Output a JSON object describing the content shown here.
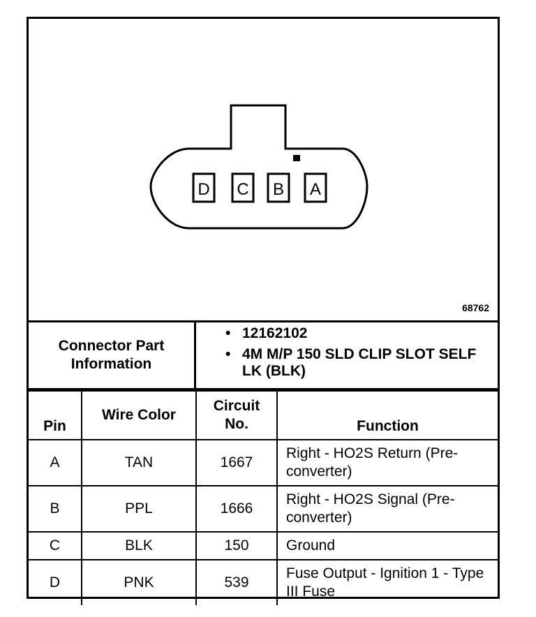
{
  "diagram": {
    "figure_id": "68762",
    "terminals": [
      "D",
      "C",
      "B",
      "A"
    ]
  },
  "part_info": {
    "label": "Connector Part Information",
    "items": [
      "12162102",
      "4M M/P 150 SLD CLIP SLOT SELF LK (BLK)"
    ]
  },
  "table": {
    "headers": {
      "pin": "Pin",
      "wire_color": "Wire Color",
      "circuit_no": "Circuit No.",
      "function": "Function"
    },
    "rows": [
      {
        "pin": "A",
        "wire_color": "TAN",
        "circuit_no": "1667",
        "function": "Right - HO2S Return (Pre-converter)"
      },
      {
        "pin": "B",
        "wire_color": "PPL",
        "circuit_no": "1666",
        "function": "Right - HO2S Signal (Pre-converter)"
      },
      {
        "pin": "C",
        "wire_color": "BLK",
        "circuit_no": "150",
        "function": "Ground"
      },
      {
        "pin": "D",
        "wire_color": "PNK",
        "circuit_no": "539",
        "function": "Fuse Output - Ignition 1 - Type III Fuse"
      }
    ]
  }
}
